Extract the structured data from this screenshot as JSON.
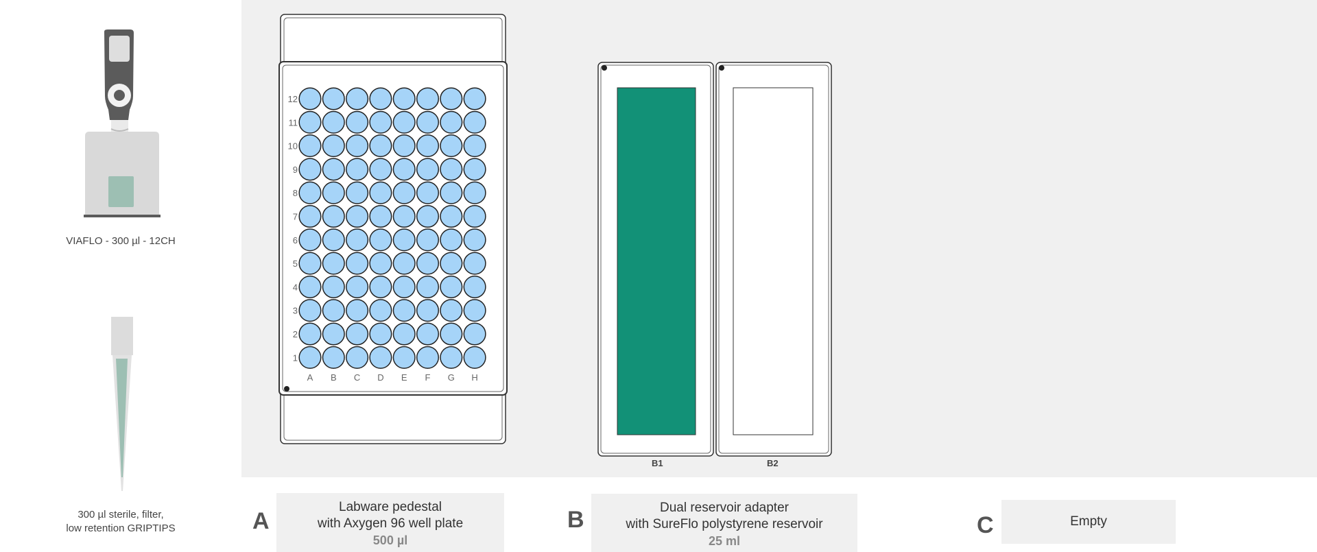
{
  "pipette": {
    "label": "VIAFLO - 300 µl - 12CH",
    "accent": "#9dbfb3"
  },
  "tips": {
    "label_line1": "300 µl sterile, filter,",
    "label_line2": "low retention GRIPTIPS"
  },
  "plate": {
    "row_labels": [
      "12",
      "11",
      "10",
      "9",
      "8",
      "7",
      "6",
      "5",
      "4",
      "3",
      "2",
      "1"
    ],
    "column_labels": [
      "A",
      "B",
      "C",
      "D",
      "E",
      "F",
      "G",
      "H"
    ],
    "well_color": "#a6d4f8"
  },
  "reservoirs": [
    {
      "label": "B1",
      "fill": "#129177",
      "filled": true
    },
    {
      "label": "B2",
      "fill": "#ffffff",
      "filled": false
    }
  ],
  "slots": [
    {
      "letter": "A",
      "line1": "Labware pedestal",
      "line2": "with Axygen 96 well plate",
      "volume": "500 µl"
    },
    {
      "letter": "B",
      "line1": "Dual reservoir adapter",
      "line2": "with SureFlo polystyrene reservoir",
      "volume": "25 ml"
    },
    {
      "letter": "C",
      "line1": "Empty"
    }
  ]
}
